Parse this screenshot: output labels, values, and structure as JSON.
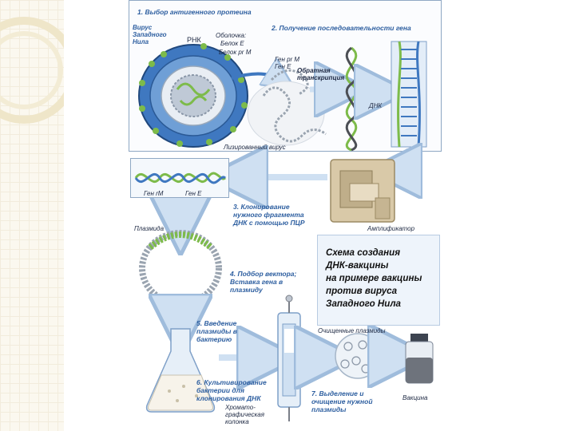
{
  "steps": {
    "s1": "1. Выбор антигенного протеина",
    "s2": "2. Получение последовательности гена",
    "s3": [
      "3. Клонирование",
      "нужного фрагмента",
      "ДНК с помощью ПЦР"
    ],
    "s4": [
      "4. Подбор вектора;",
      "Вставка гена в",
      "плазмиду"
    ],
    "s5": [
      "5. Введение",
      "плазмиды в",
      "бактерию"
    ],
    "s6": [
      "6. Культивирование",
      "бактерии для",
      "клонирования ДНК"
    ],
    "s7": [
      "7. Выделение и",
      "очищение нужной",
      "плазмиды"
    ]
  },
  "labels": {
    "virus": [
      "Вирус",
      "Западного",
      "Нила"
    ],
    "rna": "РНК",
    "envelope": "Оболочка:",
    "protein_e": "Белок E",
    "protein_prm": "Белок pr M",
    "genes_top": [
      "Ген pr M",
      "Ген E"
    ],
    "reverse_transcription": [
      "Обратная",
      "транскрипция"
    ],
    "dna": "ДНК",
    "lysate": "Лизированный вирус",
    "gene_prm": "Ген rM",
    "gene_e": "Ген E",
    "amplifier": "Амплификатор",
    "plasmid": "Плазмида",
    "purified_plasmids": "Очищенные плазмиды",
    "vaccine": "Вакцина",
    "column": [
      "Хромато-",
      "графическая",
      "колонка"
    ]
  },
  "title": [
    "Схема создания",
    "ДНК-вакцины",
    "на примере вакцины",
    "против вируса",
    "Западного Нила"
  ],
  "colors": {
    "accent": "#2e5fa0",
    "virus_blue": "#3f78c0",
    "gene_green": "#7dbb4a",
    "arrow_blue": "#cfe0f2",
    "amplifier": "#d9c9a8"
  }
}
